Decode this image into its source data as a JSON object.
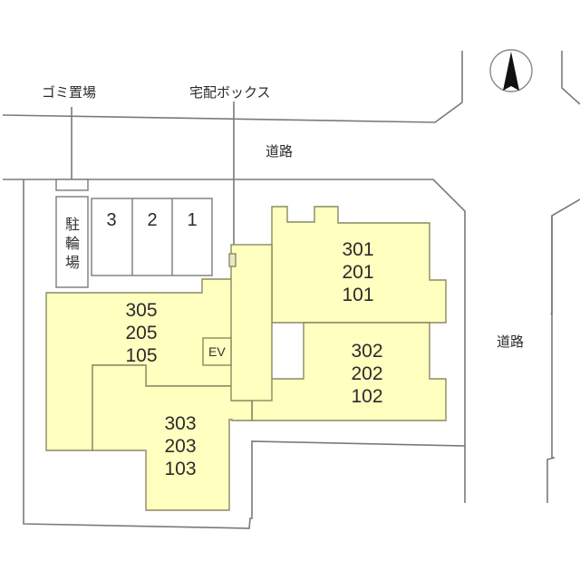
{
  "colors": {
    "building_fill": "#ffffc0",
    "building_stroke": "#8a8a60",
    "boundary_stroke": "#7a7a7a",
    "text": "#2b2b2b"
  },
  "labels": {
    "garbage_area": "ゴミ置場",
    "delivery_box": "宅配ボックス",
    "road_north": "道路",
    "road_east": "道路",
    "bicycle_parking": [
      "駐",
      "輪",
      "場"
    ],
    "elevator": "EV"
  },
  "parking": {
    "stalls": [
      "3",
      "2",
      "1"
    ]
  },
  "units": {
    "block_301": [
      "301",
      "201",
      "101"
    ],
    "block_302": [
      "302",
      "202",
      "102"
    ],
    "block_305": [
      "305",
      "205",
      "105"
    ],
    "block_303": [
      "303",
      "203",
      "103"
    ]
  },
  "compass": {
    "icon": "north-arrow-icon",
    "direction": "N"
  }
}
